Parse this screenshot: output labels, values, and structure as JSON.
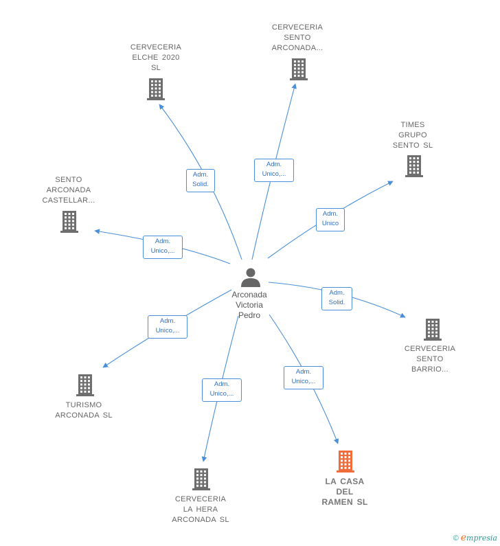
{
  "center": {
    "name": "Arconada\nVictoria\nPedro",
    "icon": "person-icon",
    "color": "#666666"
  },
  "edge_color": "#4a8fd8",
  "company_color": "#6e6e6e",
  "highlight_color": "#f26b3a",
  "companies": [
    {
      "id": "cerveceria-elche",
      "name": "CERVECERIA\nELCHE 2020\nSL",
      "role": "Adm.\nSolid.",
      "highlight": false
    },
    {
      "id": "cerveceria-sento-arconada",
      "name": "CERVECERIA\nSENTO\nARCONADA...",
      "role": "Adm.\nUnico,...",
      "highlight": false
    },
    {
      "id": "times-grupo-sento",
      "name": "TIMES\nGRUPO\nSENTO  SL",
      "role": "Adm.\nUnico",
      "highlight": false
    },
    {
      "id": "sento-arconada-castellar",
      "name": "SENTO\nARCONADA\nCASTELLAR...",
      "role": "Adm.\nUnico,...",
      "highlight": false
    },
    {
      "id": "cerveceria-sento-barrio",
      "name": "CERVECERIA\nSENTO\nBARRIO...",
      "role": "Adm.\nSolid.",
      "highlight": false
    },
    {
      "id": "turismo-arconada",
      "name": "TURISMO\nARCONADA  SL",
      "role": "Adm.\nUnico,...",
      "highlight": false
    },
    {
      "id": "cerveceria-la-hera",
      "name": "CERVECERIA\nLA HERA\nARCONADA  SL",
      "role": "Adm.\nUnico,...",
      "highlight": false
    },
    {
      "id": "la-casa-del-ramen",
      "name": "LA CASA\nDEL\nRAMEN  SL",
      "role": "Adm.\nUnico,...",
      "highlight": true
    }
  ],
  "footer": {
    "copyright": "©",
    "brand_initial": "e",
    "brand_rest": "mpresia"
  }
}
